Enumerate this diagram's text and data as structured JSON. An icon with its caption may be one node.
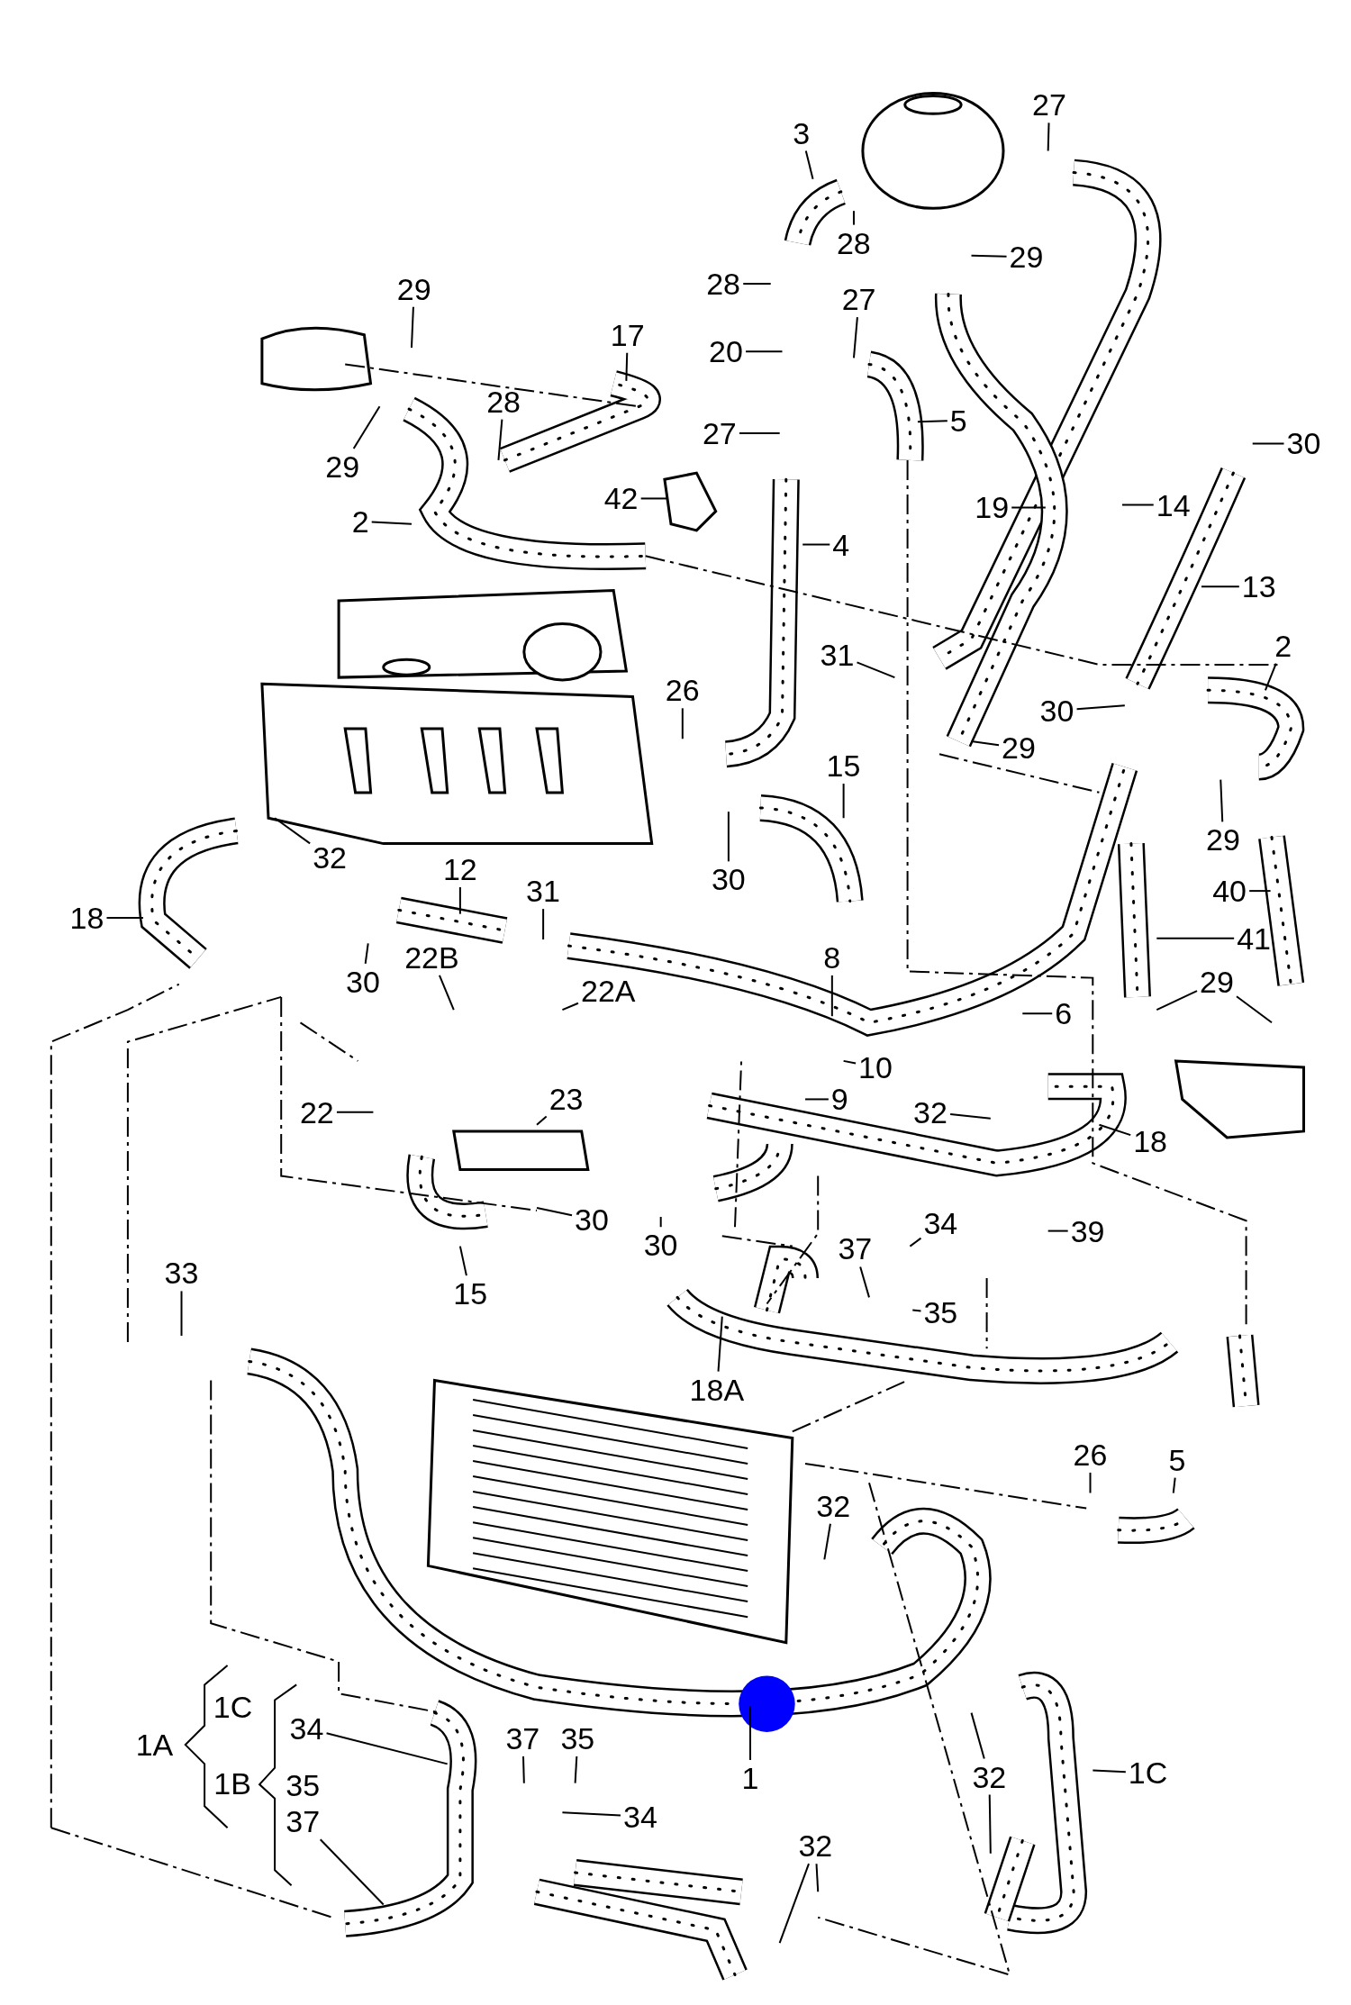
{
  "diagram": {
    "nodes": [
      {
        "text": [
          "3"
        ]
      },
      {
        "text": [
          "27"
        ]
      },
      {
        "text": [
          "28"
        ]
      },
      {
        "text": [
          "29"
        ]
      },
      {
        "text": [
          "28"
        ]
      },
      {
        "text": [
          "27"
        ]
      },
      {
        "text": [
          "20"
        ]
      },
      {
        "text": [
          "5"
        ]
      },
      {
        "text": [
          "27"
        ]
      },
      {
        "text": [
          "29"
        ]
      },
      {
        "text": [
          "17"
        ]
      },
      {
        "text": [
          "28"
        ]
      },
      {
        "text": [
          "29"
        ]
      },
      {
        "text": [
          "2"
        ]
      },
      {
        "text": [
          "42"
        ]
      },
      {
        "text": [
          "4"
        ]
      },
      {
        "text": [
          "19"
        ]
      },
      {
        "text": [
          "14"
        ]
      },
      {
        "text": [
          "30"
        ]
      },
      {
        "text": [
          "13"
        ]
      },
      {
        "text": [
          "2"
        ]
      },
      {
        "text": [
          "31"
        ]
      },
      {
        "text": [
          "30"
        ]
      },
      {
        "text": [
          "29"
        ]
      },
      {
        "text": [
          "26"
        ]
      },
      {
        "text": [
          "15"
        ]
      },
      {
        "text": [
          "30"
        ]
      },
      {
        "text": [
          "29"
        ]
      },
      {
        "text": [
          "40"
        ]
      },
      {
        "text": [
          "41"
        ]
      },
      {
        "text": [
          "29"
        ]
      },
      {
        "text": [
          "32"
        ]
      },
      {
        "text": [
          "18"
        ]
      },
      {
        "text": [
          "12"
        ]
      },
      {
        "text": [
          "31"
        ]
      },
      {
        "text": [
          "30"
        ]
      },
      {
        "text": [
          "22B"
        ]
      },
      {
        "text": [
          "22A"
        ]
      },
      {
        "text": [
          "8"
        ]
      },
      {
        "text": [
          "6"
        ]
      },
      {
        "text": [
          "10"
        ]
      },
      {
        "text": [
          "9"
        ]
      },
      {
        "text": [
          "22"
        ]
      },
      {
        "text": [
          "23"
        ]
      },
      {
        "text": [
          "32"
        ]
      },
      {
        "text": [
          "18"
        ]
      },
      {
        "text": [
          "30"
        ]
      },
      {
        "text": [
          "30"
        ]
      },
      {
        "text": [
          "15"
        ]
      },
      {
        "text": [
          "37"
        ]
      },
      {
        "text": [
          "34"
        ]
      },
      {
        "text": [
          "39"
        ]
      },
      {
        "text": [
          "35"
        ]
      },
      {
        "text": [
          "33"
        ]
      },
      {
        "text": [
          "18A"
        ]
      },
      {
        "text": [
          "26"
        ]
      },
      {
        "text": [
          "5"
        ]
      },
      {
        "text": [
          "32"
        ]
      },
      {
        "text": [
          "1C"
        ]
      },
      {
        "text": [
          "1A"
        ]
      },
      {
        "text": [
          "34"
        ]
      },
      {
        "text": [
          "1B"
        ]
      },
      {
        "text": [
          "35"
        ]
      },
      {
        "text": [
          "37"
        ]
      },
      {
        "text": [
          "37"
        ]
      },
      {
        "text": [
          "35"
        ]
      },
      {
        "text": [
          "34"
        ]
      },
      {
        "text": [
          "1"
        ]
      },
      {
        "text": [
          "32"
        ]
      },
      {
        "text": [
          "1C"
        ]
      },
      {
        "text": [
          "32"
        ]
      }
    ],
    "edges": [
      {
        "from": 0,
        "to": null,
        "arrow": "none"
      },
      {
        "from": 1,
        "to": null,
        "arrow": "none"
      },
      {
        "from": 2,
        "to": null,
        "arrow": "none"
      },
      {
        "from": 3,
        "to": null,
        "arrow": "none"
      },
      {
        "from": 4,
        "to": null,
        "arrow": "none"
      },
      {
        "from": 5,
        "to": null,
        "arrow": "none"
      },
      {
        "from": 6,
        "to": null,
        "arrow": "none"
      },
      {
        "from": 7,
        "to": null,
        "arrow": "none"
      },
      {
        "from": 8,
        "to": null,
        "arrow": "none"
      },
      {
        "from": 9,
        "to": null,
        "arrow": "none"
      },
      {
        "from": 10,
        "to": null,
        "arrow": "none"
      },
      {
        "from": 11,
        "to": null,
        "arrow": "none"
      },
      {
        "from": 12,
        "to": null,
        "arrow": "none"
      },
      {
        "from": 13,
        "to": null,
        "arrow": "none"
      },
      {
        "from": 14,
        "to": null,
        "arrow": "none"
      },
      {
        "from": 15,
        "to": null,
        "arrow": "none"
      },
      {
        "from": 16,
        "to": null,
        "arrow": "none"
      },
      {
        "from": 17,
        "to": null,
        "arrow": "none"
      },
      {
        "from": 18,
        "to": null,
        "arrow": "none"
      },
      {
        "from": 19,
        "to": null,
        "arrow": "none"
      },
      {
        "from": 20,
        "to": null,
        "arrow": "none"
      },
      {
        "from": 21,
        "to": null,
        "arrow": "none"
      },
      {
        "from": 22,
        "to": null,
        "arrow": "none"
      },
      {
        "from": 23,
        "to": null,
        "arrow": "none"
      },
      {
        "from": 24,
        "to": null,
        "arrow": "none"
      },
      {
        "from": 25,
        "to": null,
        "arrow": "none"
      },
      {
        "from": 26,
        "to": null,
        "arrow": "none"
      },
      {
        "from": 27,
        "to": null,
        "arrow": "none"
      },
      {
        "from": 28,
        "to": null,
        "arrow": "none"
      },
      {
        "from": 29,
        "to": null,
        "arrow": "none"
      },
      {
        "from": 30,
        "to": null,
        "arrow": "none"
      },
      {
        "from": 30,
        "to": null,
        "arrow": "none"
      },
      {
        "from": 31,
        "to": null,
        "arrow": "none"
      },
      {
        "from": 32,
        "to": null,
        "arrow": "none"
      },
      {
        "from": 33,
        "to": null,
        "arrow": "none"
      },
      {
        "from": 34,
        "to": null,
        "arrow": "none"
      },
      {
        "from": 35,
        "to": null,
        "arrow": "none"
      },
      {
        "from": 36,
        "to": null,
        "arrow": "none"
      },
      {
        "from": 37,
        "to": null,
        "arrow": "none"
      },
      {
        "from": 38,
        "to": null,
        "arrow": "none"
      },
      {
        "from": 39,
        "to": null,
        "arrow": "none"
      },
      {
        "from": 40,
        "to": null,
        "arrow": "none"
      },
      {
        "from": 41,
        "to": null,
        "arrow": "none"
      },
      {
        "from": 42,
        "to": null,
        "arrow": "none"
      },
      {
        "from": 43,
        "to": null,
        "arrow": "none"
      },
      {
        "from": 44,
        "to": null,
        "arrow": "none"
      },
      {
        "from": 45,
        "to": null,
        "arrow": "none"
      },
      {
        "from": 46,
        "to": null,
        "arrow": "none"
      },
      {
        "from": 47,
        "to": null,
        "arrow": "none"
      },
      {
        "from": 48,
        "to": null,
        "arrow": "none"
      },
      {
        "from": 49,
        "to": null,
        "arrow": "none"
      },
      {
        "from": 50,
        "to": null,
        "arrow": "none"
      },
      {
        "from": 51,
        "to": null,
        "arrow": "none"
      },
      {
        "from": 52,
        "to": null,
        "arrow": "none"
      },
      {
        "from": 53,
        "to": null,
        "arrow": "none"
      },
      {
        "from": 54,
        "to": null,
        "arrow": "none"
      },
      {
        "from": 55,
        "to": null,
        "arrow": "none"
      },
      {
        "from": 56,
        "to": null,
        "arrow": "none"
      },
      {
        "from": 57,
        "to": null,
        "arrow": "none"
      },
      {
        "from": 60,
        "to": null,
        "arrow": "none"
      },
      {
        "from": 63,
        "to": null,
        "arrow": "none"
      },
      {
        "from": 64,
        "to": null,
        "arrow": "none"
      },
      {
        "from": 65,
        "to": null,
        "arrow": "none"
      },
      {
        "from": 66,
        "to": null,
        "arrow": "none"
      },
      {
        "from": 67,
        "to": null,
        "arrow": "none"
      },
      {
        "from": 68,
        "to": null,
        "arrow": "none"
      },
      {
        "from": 68,
        "to": null,
        "arrow": "none"
      },
      {
        "from": 69,
        "to": null,
        "arrow": "none"
      },
      {
        "from": 70,
        "to": null,
        "arrow": "none"
      },
      {
        "from": 70,
        "to": null,
        "arrow": "none"
      }
    ]
  }
}
